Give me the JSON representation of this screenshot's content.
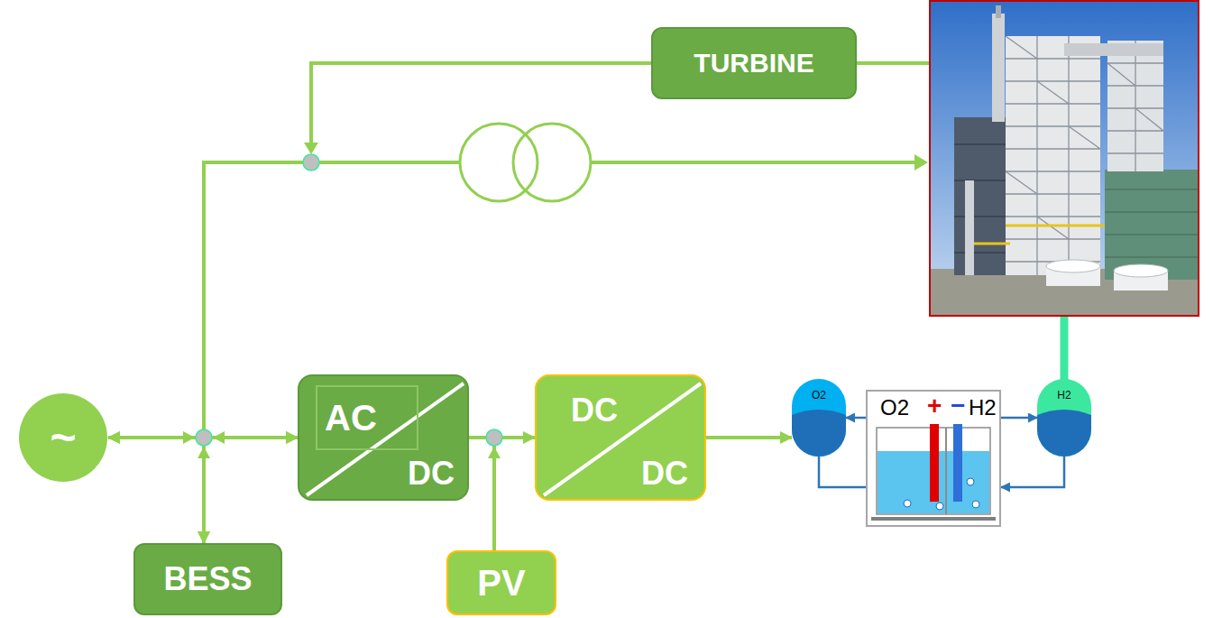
{
  "diagram": {
    "nodes": [
      {
        "text": [
          "TURBINE"
        ]
      },
      {
        "text": [
          "~"
        ]
      },
      {
        "text": [
          "AC",
          "DC"
        ]
      },
      {
        "text": [
          "DC",
          "DC"
        ]
      },
      {
        "text": [
          "O2"
        ]
      },
      {
        "text": [
          "O2",
          "+",
          "−",
          "H2"
        ]
      },
      {
        "text": [
          "H2"
        ]
      },
      {
        "text": [
          "BESS"
        ]
      },
      {
        "text": [
          "PV"
        ]
      }
    ],
    "edges": [
      {
        "from": 1,
        "to": 2,
        "arrow": "both"
      },
      {
        "from": 1,
        "to": 7,
        "arrow": "both"
      },
      {
        "from": 2,
        "to": 7,
        "arrow": "both"
      },
      {
        "from": 2,
        "to": 3,
        "arrow": "none"
      },
      {
        "from": 8,
        "to": 3,
        "arrow": "to"
      },
      {
        "from": 3,
        "to": 4,
        "arrow": "to"
      },
      {
        "from": 5,
        "to": 4,
        "arrow": "to"
      },
      {
        "from": 4,
        "to": 5,
        "arrow": "none"
      },
      {
        "from": 5,
        "to": 6,
        "arrow": "to"
      },
      {
        "from": 6,
        "to": 5,
        "arrow": "to"
      }
    ]
  }
}
